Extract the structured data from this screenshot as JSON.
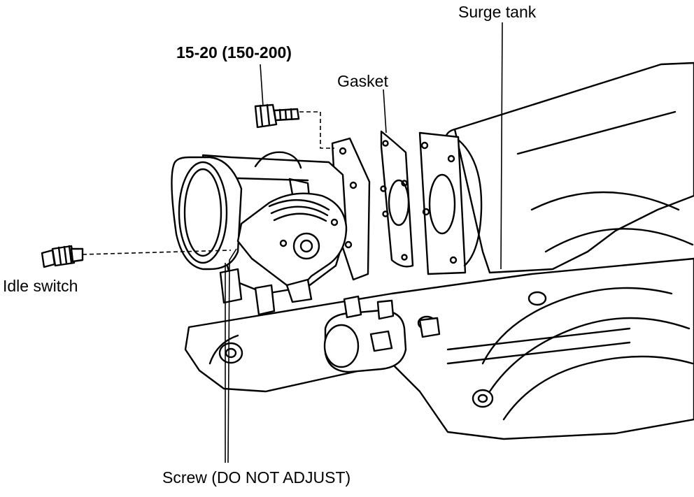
{
  "labels": {
    "surge_tank": "Surge tank",
    "torque": "15-20 (150-200)",
    "gasket": "Gasket",
    "idle_switch": "Idle switch",
    "screw": "Screw (DO NOT ADJUST)"
  },
  "colors": {
    "line": "#000000",
    "background": "#ffffff"
  }
}
